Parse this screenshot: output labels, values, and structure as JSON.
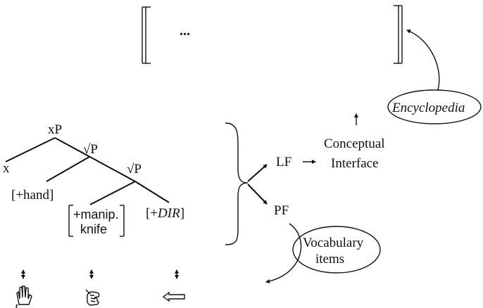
{
  "top_structure": {
    "ellipsis": "..."
  },
  "tree": {
    "root_label": "xP",
    "x_label": "x",
    "root1_label": "√P",
    "root2_label": "√P",
    "hand_feature": "[+hand]",
    "manip_line1": "+manip.",
    "manip_line2": "knife",
    "dir_open": "[+",
    "dir_italic": "DIR",
    "dir_close": "]"
  },
  "interfaces": {
    "lf": "LF",
    "pf": "PF",
    "conceptual_line1": "Conceptual",
    "conceptual_line2": "Interface"
  },
  "lists": {
    "encyclopedia": "Encyclopedia",
    "vocab_line1": "Vocabulary",
    "vocab_line2": "items"
  },
  "signs": {
    "hand_icon": "open-hand-icon",
    "knife_grip_icon": "knife-grip-hand-icon",
    "direction_icon": "left-arrow-icon",
    "double_arrow_icon": "up-down-arrow-icon"
  }
}
